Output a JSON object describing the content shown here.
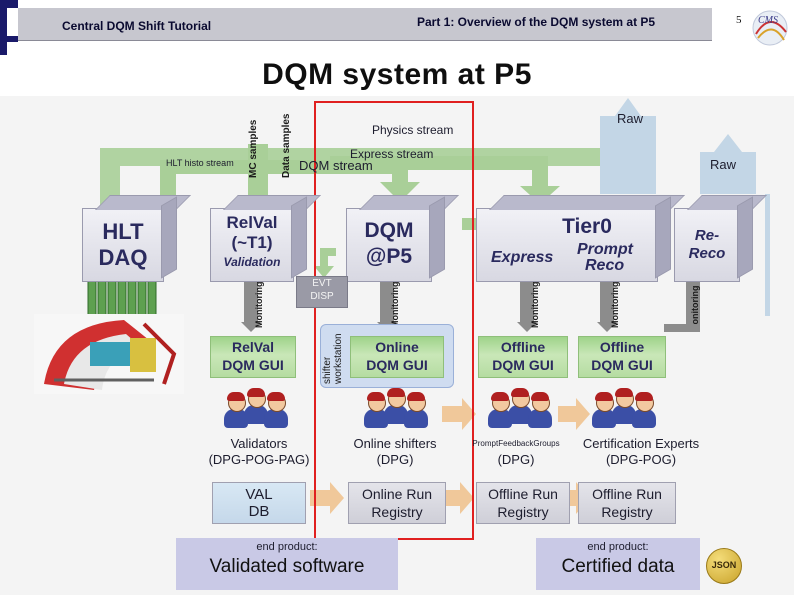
{
  "header": {
    "left_title": "Central DQM Shift Tutorial",
    "center_title": "Part 1: Overview of the DQM system at P5",
    "page_number": "5",
    "logo_text": "CMS"
  },
  "title": "DQM system at P5",
  "streams": {
    "physics": "Physics stream",
    "express": "Express stream",
    "dqm": "DQM stream",
    "hlt_histo": "HLT histo stream",
    "mc_samples": "MC samples",
    "data_samples": "Data samples",
    "raw_top": "Raw",
    "raw_mid": "Raw"
  },
  "nodes": {
    "hlt_daq": [
      "HLT",
      "DAQ"
    ],
    "relval": [
      "RelVal",
      "(~T1)",
      "Validation"
    ],
    "dqm": [
      "DQM",
      "@P5"
    ],
    "tier0": [
      "Tier0",
      "Express",
      "Prompt",
      "Reco"
    ],
    "rereco": [
      "Re-",
      "Reco"
    ],
    "evt_disp": [
      "EVT",
      "DISP"
    ]
  },
  "monitoring_label": "Monitoring",
  "shifter_label": "shifter workstation",
  "guis": [
    {
      "l1": "RelVal",
      "l2": "DQM GUI"
    },
    {
      "l1": "Online",
      "l2": "DQM GUI"
    },
    {
      "l1": "Offline",
      "l2": "DQM GUI"
    },
    {
      "l1": "Offline",
      "l2": "DQM GUI"
    }
  ],
  "roles": [
    {
      "l1": "Validators",
      "l2": "(DPG-POG-PAG)"
    },
    {
      "l1": "Online shifters",
      "l2": "(DPG)"
    },
    {
      "l1": "PromptFeedbackGroups",
      "l2": "(DPG)"
    },
    {
      "l1": "Certification Experts",
      "l2": "(DPG-POG)"
    }
  ],
  "registries": [
    {
      "l1": "VAL",
      "l2": "DB"
    },
    {
      "l1": "Online Run",
      "l2": "Registry"
    },
    {
      "l1": "Offline Run",
      "l2": "Registry"
    },
    {
      "l1": "Offline Run",
      "l2": "Registry"
    }
  ],
  "end_products": [
    {
      "label": "end product:",
      "value": "Validated software"
    },
    {
      "label": "end product:",
      "value": "Certified data"
    }
  ],
  "json_badge": "JSON",
  "colors": {
    "stream_arrow": "#a9cf98",
    "raw_arrow": "#c3d6e6",
    "highlight": "#e02020",
    "gui_green": "#b5dca1",
    "end_box": "#c9c9e6"
  }
}
